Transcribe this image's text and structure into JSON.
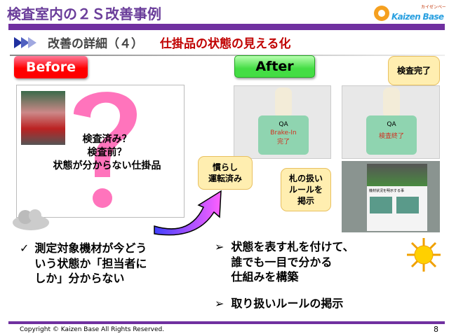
{
  "header": {
    "title": "検査室内の２Ｓ改善事例",
    "logo_text": "Kaizen Base",
    "logo_kana": "カイゼンベース"
  },
  "subtitle": {
    "label": "改善の詳細（４）",
    "topic": "仕掛品の状態の見える化"
  },
  "before": {
    "label": "Before",
    "question_lines": [
      "検査済み？",
      "検査前？",
      "状態が分からない仕掛品"
    ],
    "bullet": "測定対象機材が今どう",
    "bullet_lines": [
      "測定対象機材が今どう",
      "いう状態か「担当者に",
      "しか」分からない"
    ]
  },
  "after": {
    "label": "After",
    "tag1": {
      "qa": "QA",
      "line1": "Brake-In",
      "line2": "完了"
    },
    "tag2": {
      "qa": "QA",
      "line1": "検査終了"
    },
    "poster_title": "機材状況を明示する事",
    "callouts": {
      "done": "検査完了",
      "breakin_1": "慣らし",
      "breakin_2": "運転済み",
      "rule_1": "札の扱い",
      "rule_2": "ルールを",
      "rule_3": "掲示"
    },
    "bullets": [
      [
        "状態を表す札を付けて、",
        "誰でも一目で分かる",
        "仕組みを構築"
      ],
      [
        "取り扱いルールの掲示"
      ]
    ]
  },
  "footer": {
    "copyright": "Copyright ©  Kaizen Base  All Rights Reserved.",
    "page": "8"
  },
  "colors": {
    "accent": "#7030a0",
    "topic": "#c00000"
  }
}
